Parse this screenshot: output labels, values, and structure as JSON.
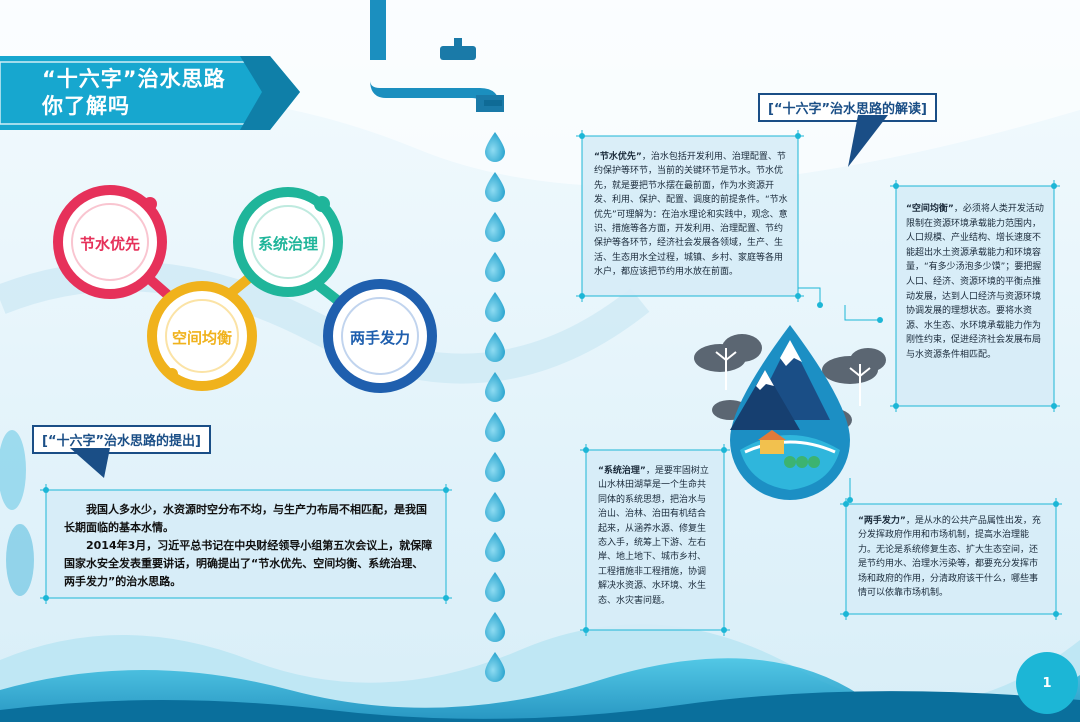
{
  "title": {
    "line1": "“十六字”治水思路",
    "line2": "你了解吗"
  },
  "circles": [
    {
      "label": "节水优先",
      "color": "#e6315a"
    },
    {
      "label": "空间均衡",
      "color": "#f0b21c"
    },
    {
      "label": "系统治理",
      "color": "#1fb59a"
    },
    {
      "label": "两手发力",
      "color": "#1f5fae"
    }
  ],
  "left_section": {
    "tag": "[“十六字”治水思路的提出]",
    "para1": "我国人多水少，水资源时空分布不均，与生产力布局不相匹配，是我国长期面临的基本水情。",
    "para2": "2014年3月，习近平总书记在中央财经领导小组第五次会议上，就保障国家水安全发表重要讲话，明确提出了“节水优先、空间均衡、系统治理、两手发力”的治水思路。"
  },
  "right_section": {
    "tag": "[“十六字”治水思路的解读]",
    "box_jieshui": {
      "term": "“节水优先”",
      "text": "，治水包括开发利用、治理配置、节约保护等环节，当前的关键环节是节水。节水优先，就是要把节水摆在最前面，作为水资源开发、利用、保护、配置、调度的前提条件。“节水优先”可理解为：在治水理论和实践中，观念、意识、措施等各方面，开发利用、治理配置、节约保护等各环节，经济社会发展各领域，生产、生活、生态用水全过程，城镇、乡村、家庭等各用水户，都应该把节约用水放在前面。"
    },
    "box_kongjian": {
      "term": "“空间均衡”",
      "text": "，必须将人类开发活动限制在资源环境承载能力范围内，人口规模、产业结构、增长速度不能超出水土资源承载能力和环境容量，“有多少汤泡多少馍”；要把握人口、经济、资源环境的平衡点推动发展，达到人口经济与资源环境协调发展的理想状态。要将水资源、水生态、水环境承载能力作为刚性约束，促进经济社会发展布局与水资源条件相匹配。"
    },
    "box_xitong": {
      "term": "“系统治理”",
      "text": "，是要牢固树立山水林田湖草是一个生命共同体的系统思想，把治水与治山、治林、治田有机结合起来，从涵养水源、修复生态入手，统筹上下游、左右岸、地上地下、城市乡村、工程措施非工程措施，协调解决水资源、水环境、水生态、水灾害问题。"
    },
    "box_liangshou": {
      "term": "“两手发力”",
      "text": "，是从水的公共产品属性出发，充分发挥政府作用和市场机制，提高水治理能力。无论是系统修复生态、扩大生态空间，还是节约用水、治理水污染等，都要充分发挥市场和政府的作用，分清政府该干什么，哪些事情可以依靠市场机制。"
    }
  },
  "page_number": "1",
  "colors": {
    "teal": "#1cb6d6",
    "navy": "#1a4e86",
    "water": "#2aa9cf"
  }
}
